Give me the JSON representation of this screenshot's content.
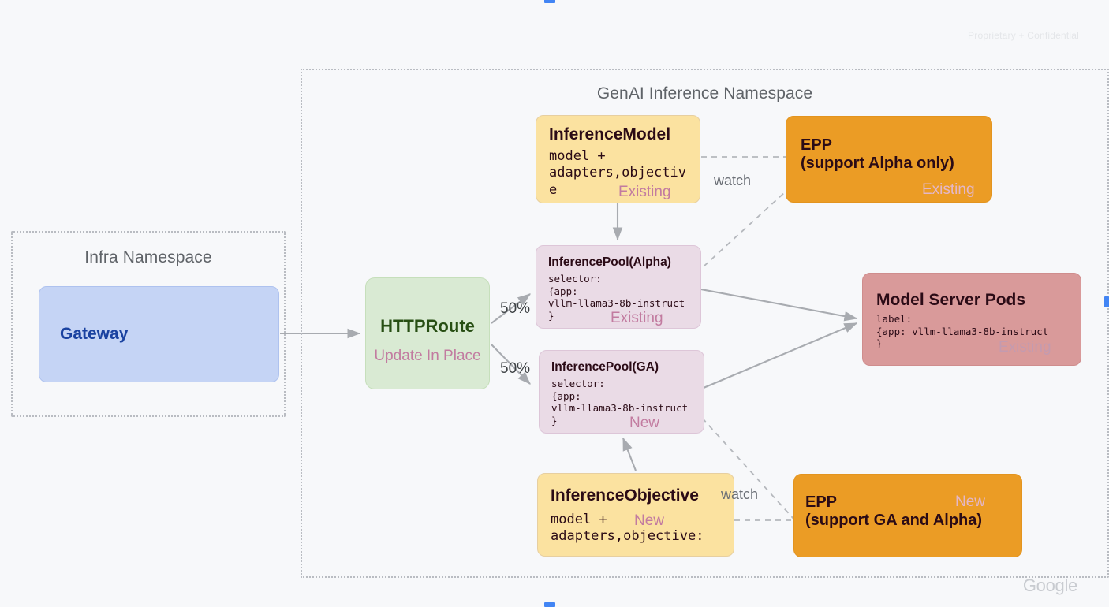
{
  "page": {
    "confidential_note": "Proprietary + Confidential",
    "brand_mark": "Google"
  },
  "namespaces": [
    {
      "id": "infra",
      "title": "Infra Namespace"
    },
    {
      "id": "genai",
      "title": "GenAI Inference Namespace"
    }
  ],
  "nodes": {
    "gateway": {
      "title": "Gateway",
      "body": "",
      "tag": ""
    },
    "httproute": {
      "title": "HTTPRoute",
      "tag": "Update In Place"
    },
    "inference_model": {
      "title": "InferenceModel",
      "body": "model +\nadapters,objective\ne:",
      "tag": "Existing"
    },
    "inference_pool_alpha": {
      "title": "InferencePool(Alpha)",
      "body": "selector:\n{app:\nvllm-llama3-8b-instruct\n}",
      "tag": "Existing"
    },
    "inference_pool_ga": {
      "title": "InferencePool(GA)",
      "body": "selector:\n{app:\nvllm-llama3-8b-instruct\n}",
      "tag": "New"
    },
    "inference_objective": {
      "title": "InferenceObjective",
      "body_left": "model +\nadapters,objective:",
      "tag": "New"
    },
    "model_server_pods": {
      "title": "Model Server Pods",
      "body": "label:\n{app: vllm-llama3-8b-instruct\n}",
      "tag": "Existing"
    },
    "epp_alpha": {
      "title": "EPP\n(support Alpha only)",
      "tag": "Existing"
    },
    "epp_ga": {
      "title": "EPP\n(support GA and Alpha)",
      "tag": "New"
    }
  },
  "edge_labels": {
    "split_top": "50%",
    "split_bottom": "50%",
    "watch_top": "watch",
    "watch_bottom": "watch"
  },
  "colors": {
    "canvas_bg": "#f7f8fa",
    "gateway_fill": "#c5d4f5",
    "httproute_fill": "#d9ead3",
    "yellow_fill": "#fbe2a0",
    "mauve_fill": "#eadbe6",
    "salmon_fill": "#d99a9a",
    "orange_fill": "#eb9c25",
    "tag_text": "#c27ba0",
    "connector": "#a8abb0",
    "namespace_border": "#b9bcc2",
    "selection_handle": "#4285f4"
  }
}
